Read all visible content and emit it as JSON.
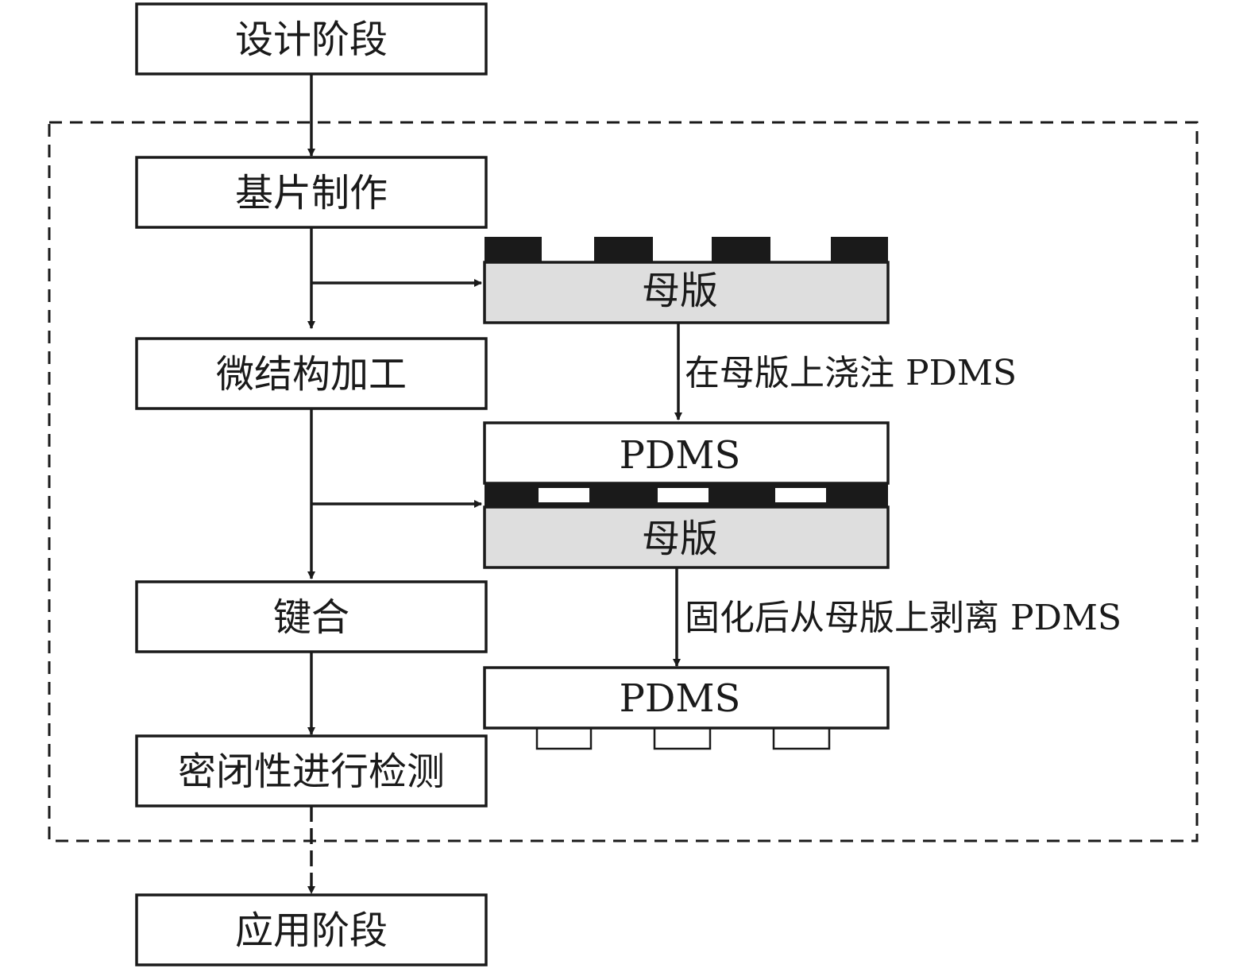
{
  "steps": {
    "design": "设计阶段",
    "substrate": "基片制作",
    "micro": "微结构加工",
    "bonding": "键合",
    "leak_test": "密闭性进行检测",
    "application": "应用阶段"
  },
  "panel": {
    "mold_label": "母版",
    "pdms_label": "PDMS",
    "pour_note": "在母版上浇注 PDMS",
    "peel_note": "固化后从母版上剥离 PDMS"
  },
  "colors": {
    "stroke": "#1a1a1a",
    "mold_fill": "#dedede"
  }
}
